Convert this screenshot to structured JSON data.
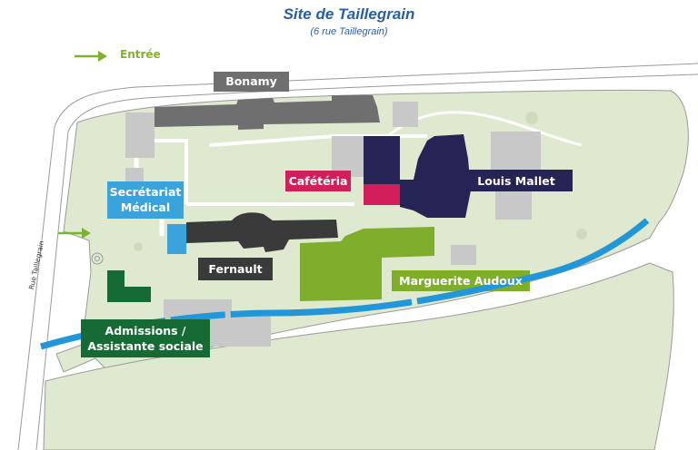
{
  "header": {
    "title": "Site de Taillegrain",
    "subtitle": "(6 rue Taillegrain)"
  },
  "legend": {
    "entrance_label": "Entrée"
  },
  "street": {
    "name": "Rue Taillegrain"
  },
  "buildings": {
    "bonamy": "Bonamy",
    "cafeteria": "Cafétéria",
    "louis_mallet": "Louis Mallet",
    "secretariat_line1": "Secrétariat",
    "secretariat_line2": "Médical",
    "fernault": "Fernault",
    "marguerite_audoux": "Marguerite Audoux",
    "admissions_line1": "Admissions /",
    "admissions_line2": "Assistante sociale"
  },
  "colors": {
    "green_area": "#dfe9cf",
    "gray_building": "#c8c8c8",
    "bonamy": "#6f6f6f",
    "cafeteria": "#d21e5a",
    "louis_mallet": "#252455",
    "secretariat": "#3aa3dc",
    "fernault": "#3a3a3a",
    "marguerite_audoux": "#7fae2c",
    "admissions": "#166b35",
    "river": "#2196d8",
    "entrance_arrow": "#7fb231",
    "title": "#2a5da8"
  }
}
